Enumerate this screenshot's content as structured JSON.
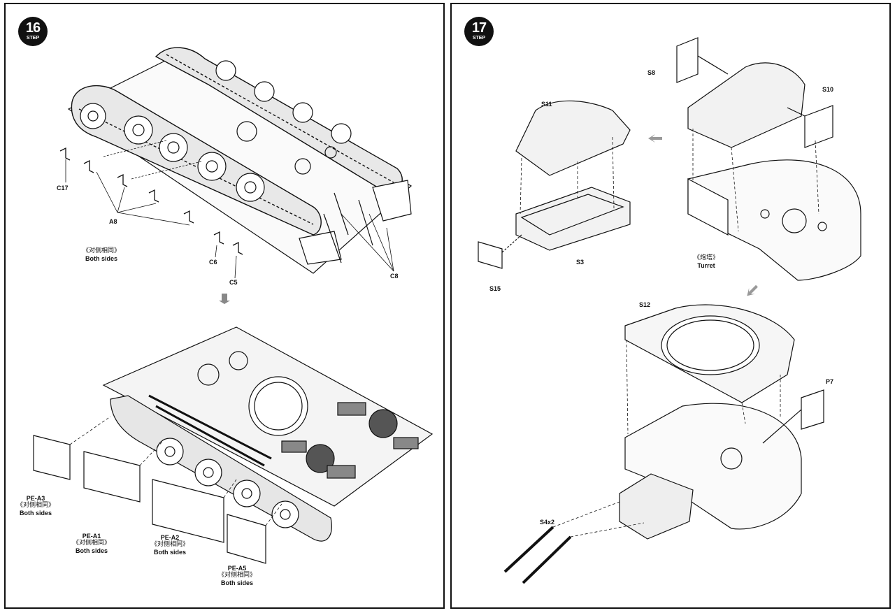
{
  "left_page": {
    "step": {
      "number": "16",
      "label": "STEP"
    },
    "labels": {
      "c17": "C17",
      "a8": "A8",
      "c6": "C6",
      "c5": "C5",
      "c8": "C8",
      "both_sides_cn": "《对侧相同》",
      "both_sides_en": "Both sides",
      "pe_a3": "PE-A3",
      "pe_a1": "PE-A1",
      "pe_a2": "PE-A2",
      "pe_a5": "PE-A5"
    }
  },
  "right_page": {
    "step": {
      "number": "17",
      "label": "STEP"
    },
    "labels": {
      "s11": "S11",
      "s3": "S3",
      "s15": "S15",
      "s8": "S8",
      "s10": "S10",
      "turret_cn": "《炮塔》",
      "turret_en": "Turret",
      "s12": "S12",
      "p7": "P7",
      "s4x2": "S4x2"
    }
  }
}
